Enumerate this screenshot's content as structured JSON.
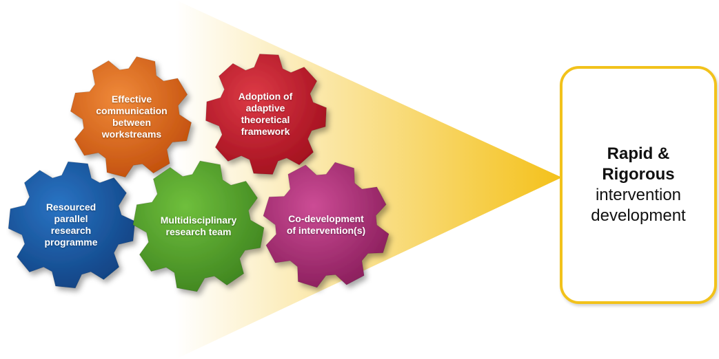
{
  "gears": [
    {
      "id": "communication",
      "label": "Effective\ncommunication\nbetween\nworkstreams",
      "color": "#e0651a"
    },
    {
      "id": "framework",
      "label": "Adoption of\nadaptive\ntheoretical\nframework",
      "color": "#c8182a"
    },
    {
      "id": "parallel",
      "label": "Resourced\nparallel\nresearch\nprogramme",
      "color": "#1a5aa8"
    },
    {
      "id": "team",
      "label": "Multidisciplinary\nresearch team",
      "color": "#53a22c"
    },
    {
      "id": "codevelopment",
      "label": "Co-development\nof intervention(s)",
      "color": "#b0307a"
    }
  ],
  "outcome": {
    "line1": "Rapid &",
    "line2": "Rigorous",
    "line3": "intervention",
    "line4": "development",
    "border_color": "#f2c21b"
  },
  "funnel_color": "#f4c11a"
}
